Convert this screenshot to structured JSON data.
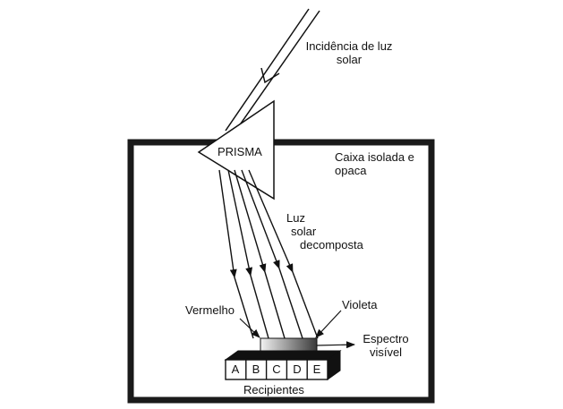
{
  "labels": {
    "incidence_line1": "Incidência de luz",
    "incidence_line2": "solar",
    "prism": "PRISMA",
    "box_line1": "Caixa isolada e",
    "box_line2": "opaca",
    "decomposed_line1": "Luz",
    "decomposed_line2": "solar",
    "decomposed_line3": "decomposta",
    "red": "Vermelho",
    "violet": "Violeta",
    "spectrum_line1": "Espectro",
    "spectrum_line2": "visível",
    "containers": "Recipientes"
  },
  "containers": [
    "A",
    "B",
    "C",
    "D",
    "E"
  ],
  "colors": {
    "line": "#111111",
    "box_border": "#1a1a1a",
    "spectrum_light": "#f2f2f2",
    "spectrum_dark": "#3a3a3a"
  }
}
